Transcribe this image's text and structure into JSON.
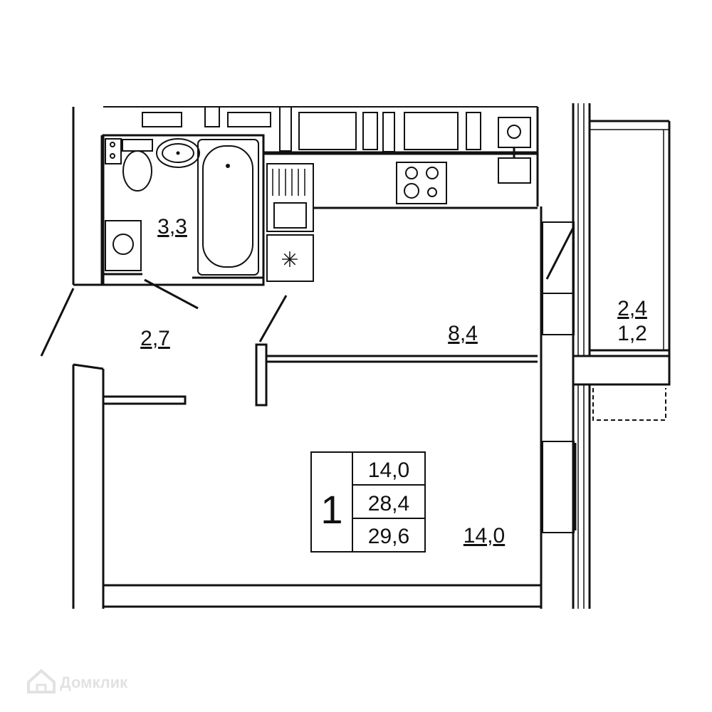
{
  "rooms": {
    "bathroom": {
      "area": "3,3"
    },
    "hall": {
      "area": "2,7"
    },
    "kitchen": {
      "area": "8,4"
    },
    "living": {
      "area": "14,0"
    },
    "balcony": {
      "area_full": "2,4",
      "area_reduced": "1,2"
    }
  },
  "summary": {
    "rooms_count": "1",
    "living_area": "14,0",
    "total_area": "28,4",
    "total_with_balcony": "29,6"
  },
  "watermark": {
    "text": "Домклик",
    "icon": "house-icon"
  }
}
